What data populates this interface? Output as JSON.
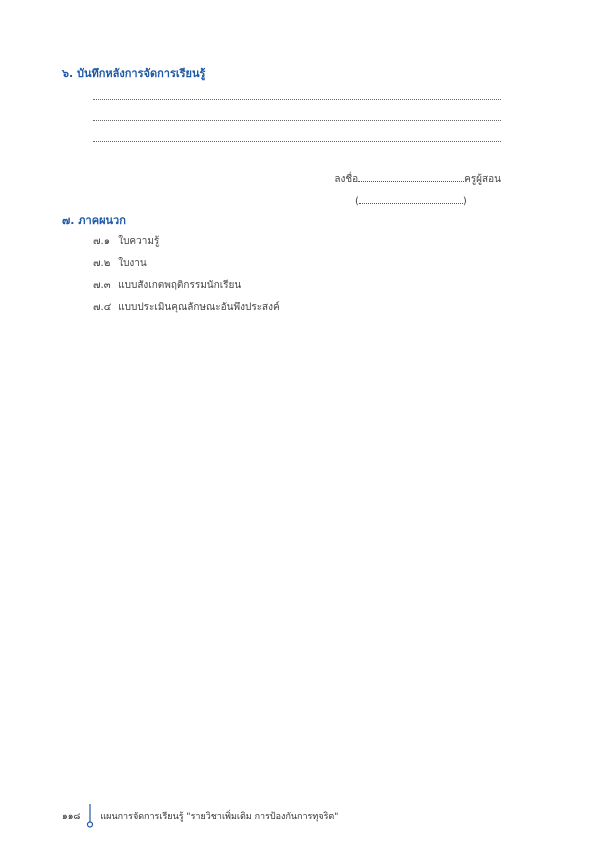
{
  "section6": {
    "heading": "๖. บันทึกหลังการจัดการเรียนรู้"
  },
  "signature": {
    "prefix": "ลงชื่อ",
    "suffix": "ครูผู้สอน",
    "open_paren": "(",
    "close_paren": ")"
  },
  "section7": {
    "heading": "๗. ภาคผนวก",
    "items": [
      {
        "num": "๗.๑",
        "label": "ใบความรู้"
      },
      {
        "num": "๗.๒",
        "label": "ใบงาน"
      },
      {
        "num": "๗.๓",
        "label": "แบบสังเกตพฤติกรรมนักเรียน"
      },
      {
        "num": "๗.๔",
        "label": "แบบประเมินคุณลักษณะอันพึงประสงค์"
      }
    ]
  },
  "footer": {
    "page_number": "๑๑๘",
    "text": "แผนการจัดการเรียนรู้ \"รายวิชาเพิ่มเติม การป้องกันการทุจริต\"",
    "accent_color": "#1f5aa6"
  }
}
